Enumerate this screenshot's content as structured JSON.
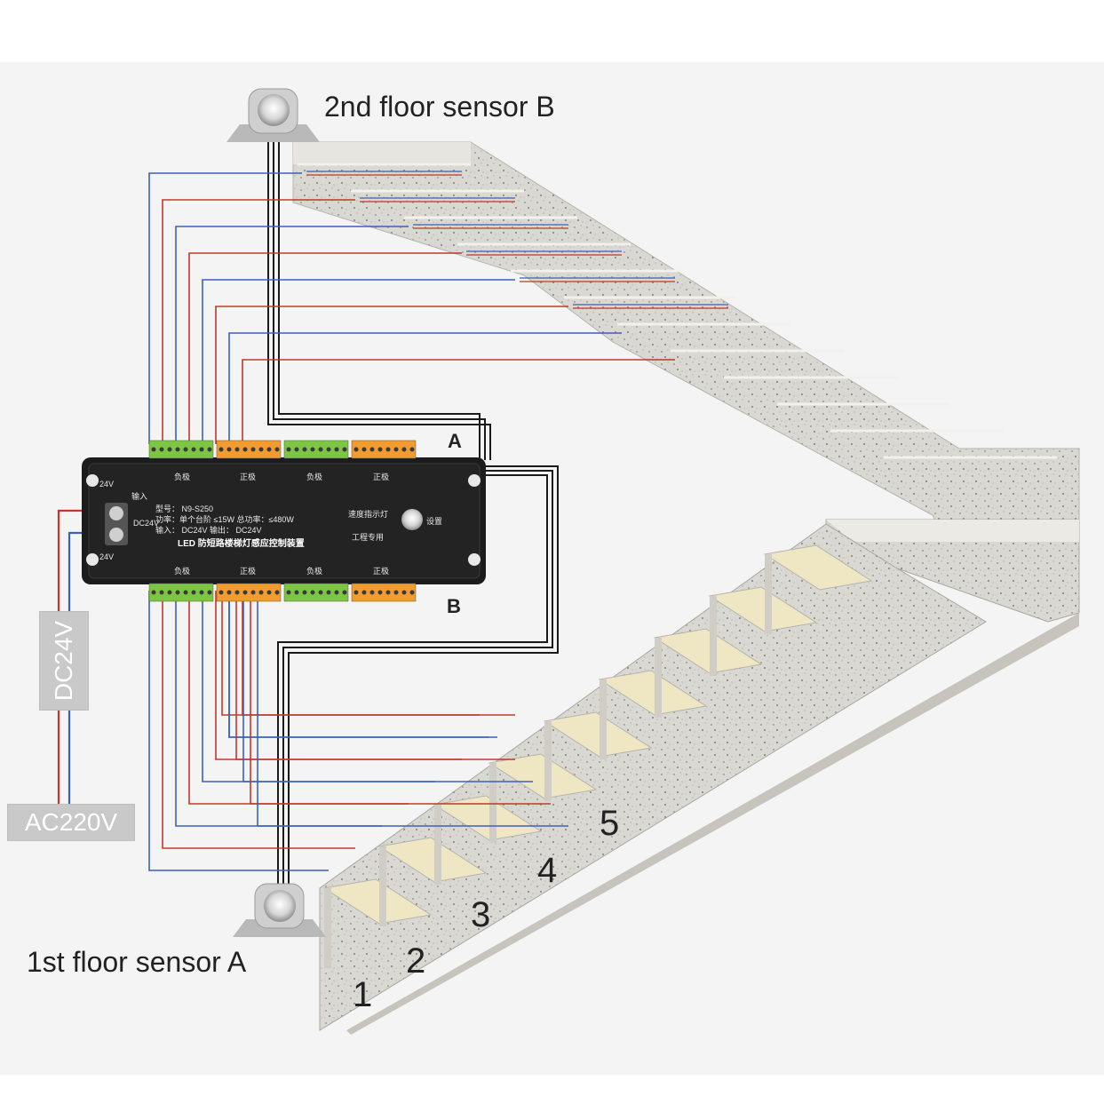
{
  "labels": {
    "sensor_b": "2nd floor sensor B",
    "sensor_a": "1st floor sensor A",
    "ac_input": "AC220V",
    "dc_output": "DC24V",
    "port_a": "A",
    "port_b": "B"
  },
  "steps": [
    "1",
    "2",
    "3",
    "4",
    "5"
  ],
  "controller": {
    "model": "型号：  N9-S250",
    "power": "功率：单个台阶 ≤15W  总功率：≤480W",
    "io": "输入：  DC24V     输出：  DC24V",
    "name": "LED 防短路楼梯灯感应控制装置",
    "indicator": "速度指示灯",
    "engineering": "工程专用",
    "setting": "设置",
    "input_label": "输入",
    "voltage": "DC24V",
    "negative": "负极",
    "positive": "正极",
    "power_tag": "24V"
  },
  "colors": {
    "wire_red": "#c0392b",
    "wire_blue": "#3a62b8",
    "wire_black": "#1a1a1a",
    "terminal_green": "#7cc644",
    "terminal_orange": "#f29b2e",
    "controller_body": "#1c1c1c",
    "tag_gray": "#c9c9c9",
    "stair_stone": "#d8d6cf",
    "step_light": "#efe6c4"
  }
}
